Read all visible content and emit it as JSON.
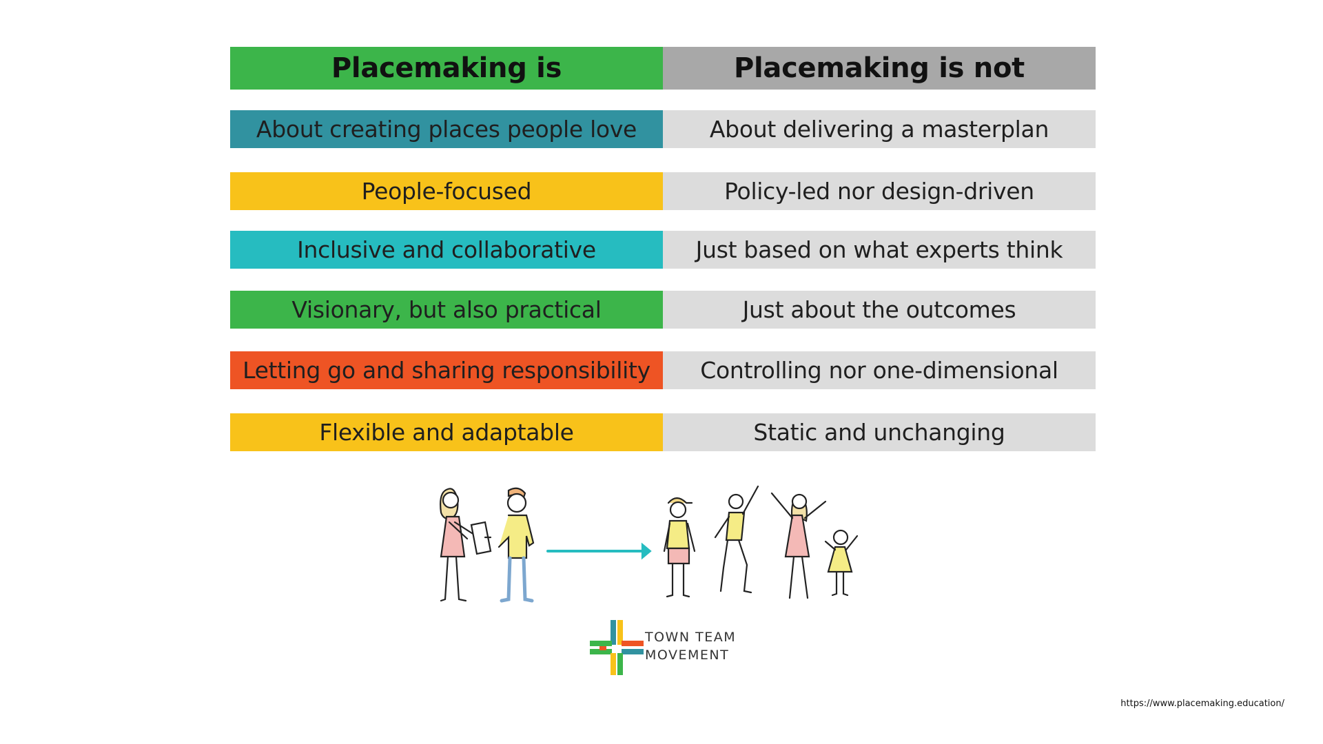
{
  "header": {
    "is_label": "Placemaking is",
    "is_not_label": "Placemaking is not"
  },
  "rows": [
    {
      "is": "About creating places people love",
      "is_not": "About delivering a masterplan",
      "color": "#3192a0"
    },
    {
      "is": "People-focused",
      "is_not": "Policy-led nor design-driven",
      "color": "#f8c21a"
    },
    {
      "is": "Inclusive and collaborative",
      "is_not": "Just based on what experts think",
      "color": "#26bcc0"
    },
    {
      "is": "Visionary, but also practical",
      "is_not": "Just about the outcomes",
      "color": "#3cb54a"
    },
    {
      "is": "Letting go and sharing responsibility",
      "is_not": "Controlling nor one-dimensional",
      "color": "#ee5424"
    },
    {
      "is": "Flexible and adaptable",
      "is_not": "Static and unchanging",
      "color": "#f8c21a"
    }
  ],
  "colors": {
    "header_is": "#3cb54a",
    "header_is_not": "#a8a8a8",
    "is_not_cells": "#dcdcdc",
    "arrow": "#26bcc0"
  },
  "logo": {
    "line1": "TOWN TEAM",
    "line2": "MOVEMENT"
  },
  "footer": {
    "url": "https://www.placemaking.education/"
  }
}
